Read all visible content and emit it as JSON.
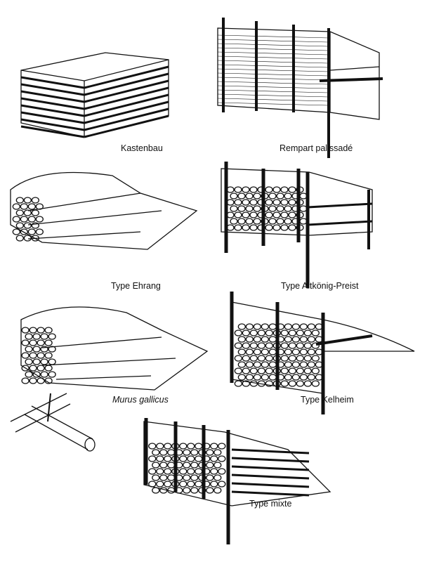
{
  "labels": {
    "kastenbau": "Kastenbau",
    "rempart_palissade": "Rempart palissadé",
    "type_ehrang": "Type Ehrang",
    "type_altkonig_preist": "Type Altkönig-Preist",
    "murus_gallicus": "Murus gallicus",
    "type_kelheim": "Type Kelheim",
    "type_mixte": "Type mixte"
  },
  "colors": {
    "ink": "#111111",
    "background": "#ffffff"
  }
}
